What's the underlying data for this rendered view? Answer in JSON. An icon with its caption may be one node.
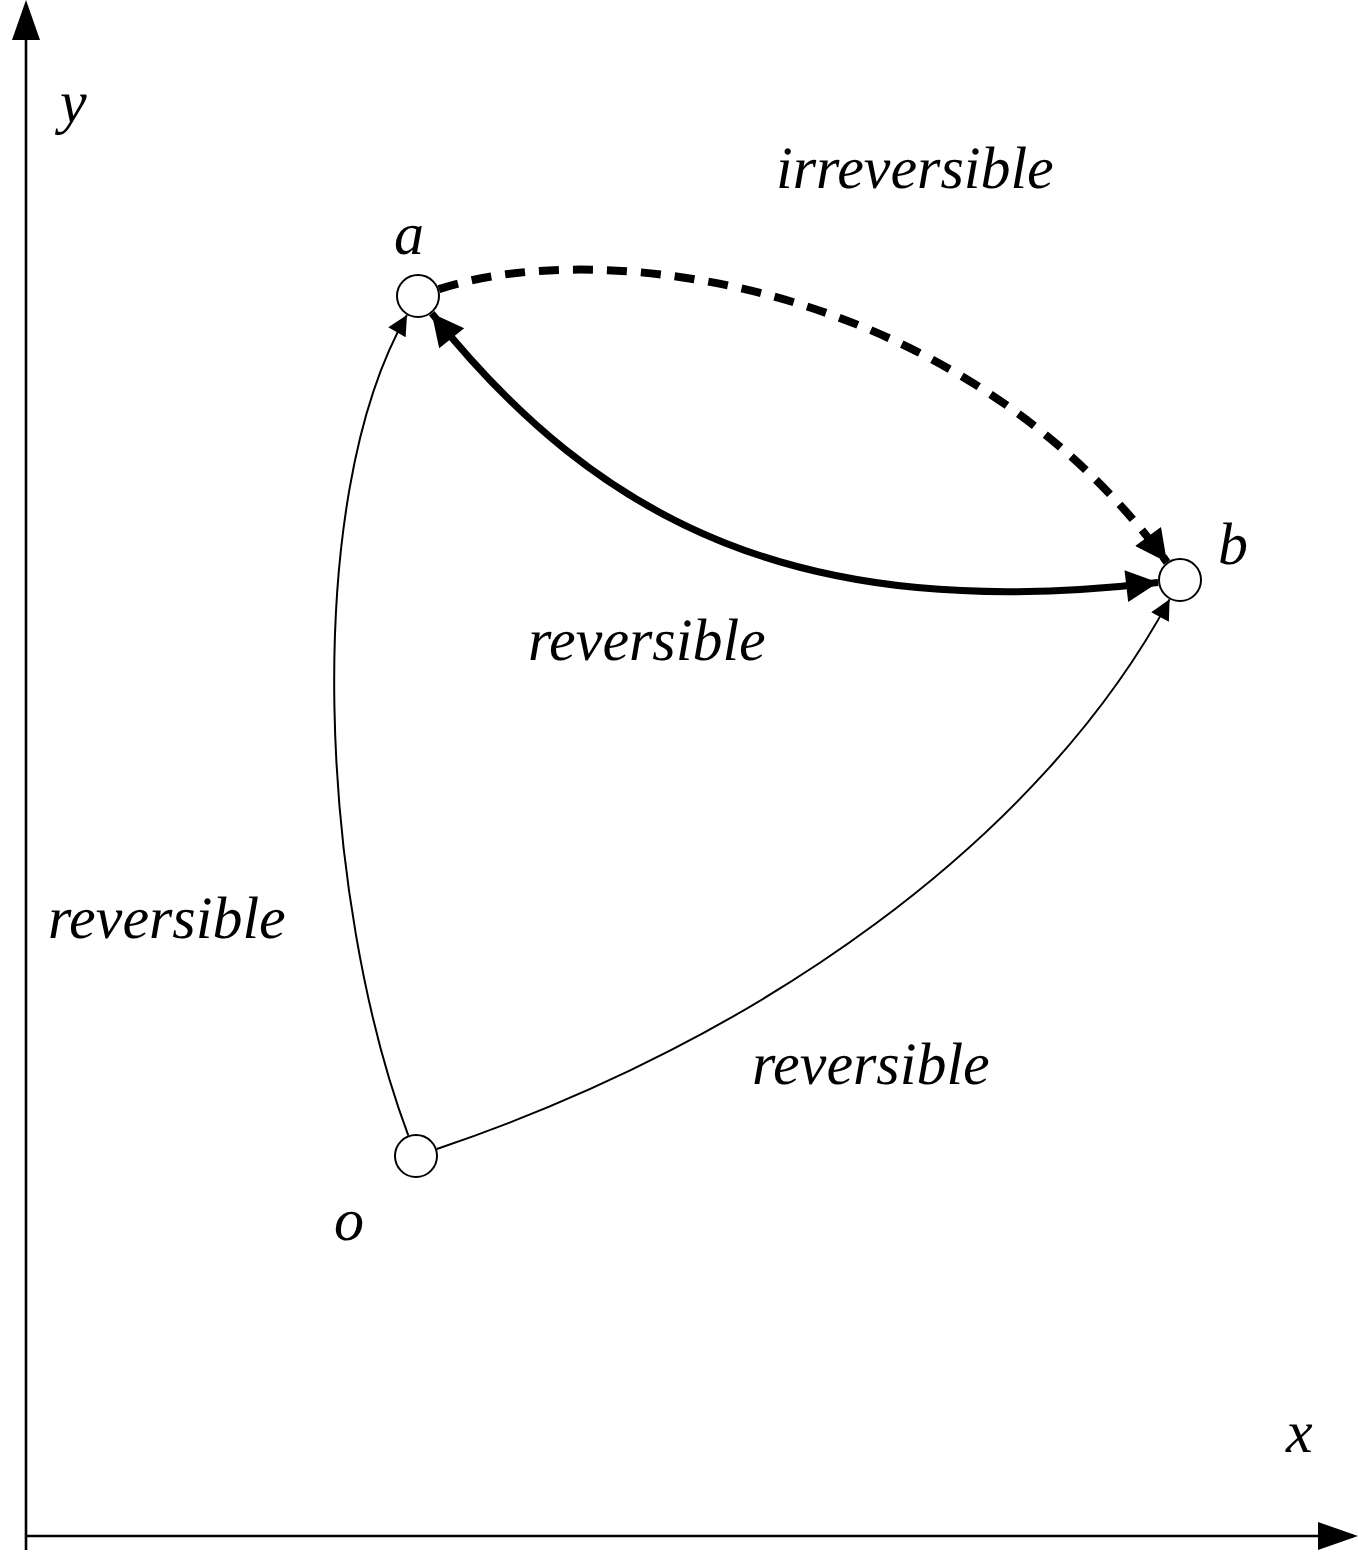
{
  "diagram": {
    "nodes": [
      {
        "text": [],
        "shape": "circle",
        "beside": [
          "a"
        ]
      },
      {
        "text": [],
        "shape": "circle",
        "beside": [
          "b"
        ]
      },
      {
        "text": [],
        "shape": "circle",
        "beside": [
          "o"
        ]
      }
    ],
    "edges": [
      {
        "from": 0,
        "to": 1,
        "arrow": "to",
        "label": "irreversible",
        "style": "dashed"
      },
      {
        "from": 0,
        "to": 1,
        "arrow": "both",
        "label": "reversible",
        "style": "thick"
      },
      {
        "from": 2,
        "to": 0,
        "arrow": "to",
        "label": "reversible"
      },
      {
        "from": 2,
        "to": 1,
        "arrow": "to",
        "label": "reversible"
      }
    ],
    "labels": [
      "y",
      "x"
    ]
  }
}
